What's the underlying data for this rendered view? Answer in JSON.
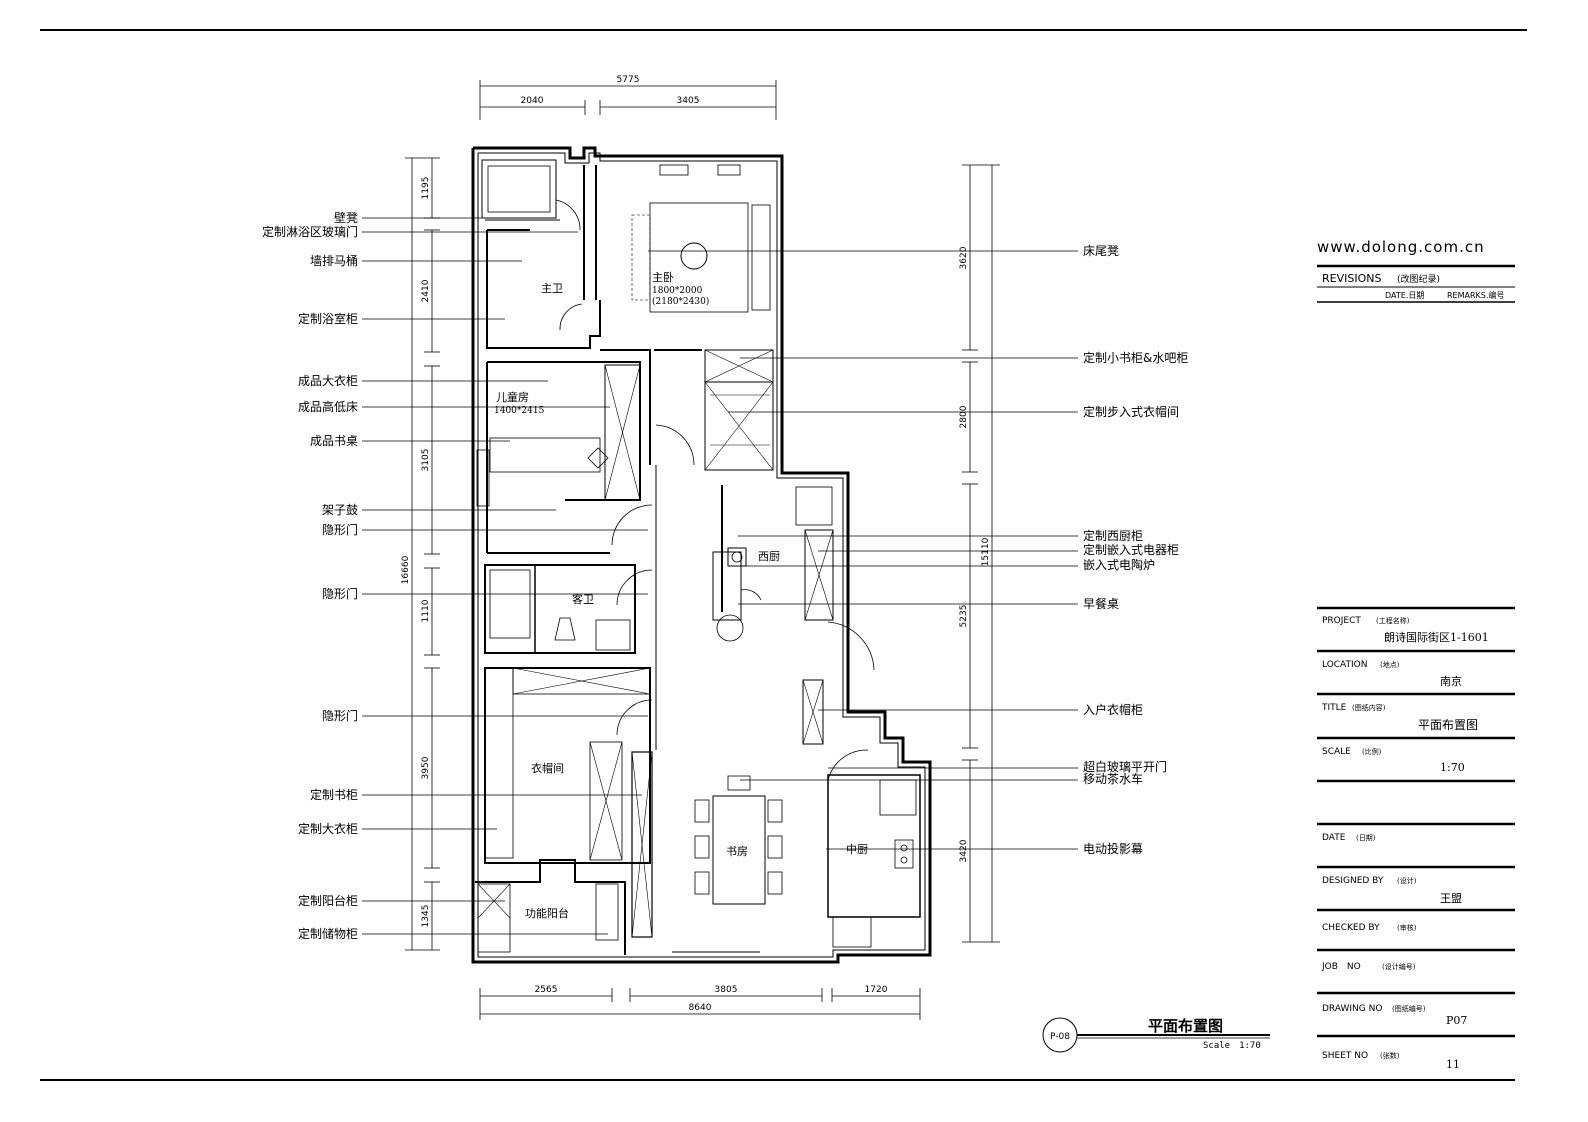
{
  "website": "www.dolong.com.cn",
  "revisions": {
    "title": "REVISIONS",
    "title_cn": "(改图纪录)",
    "date_label": "DATE.日期",
    "remarks_label": "REMARKS.编号"
  },
  "title_block": {
    "project_label": "PROJECT",
    "project_label_cn": "(工程名称)",
    "project_value": "朗诗国际街区1-1601",
    "location_label": "LOCATION",
    "location_label_cn": "(地点)",
    "location_value": "南京",
    "title_label": "TITLE",
    "title_label_cn": "(图纸内容)",
    "title_value": "平面布置图",
    "scale_label": "SCALE",
    "scale_label_cn": "(比例)",
    "scale_value": "1:70",
    "date_label": "DATE",
    "date_label_cn": "(日期)",
    "designed_label": "DESIGNED BY",
    "designed_label_cn": "(设计)",
    "designed_value": "王盟",
    "checked_label": "CHECKED BY",
    "checked_label_cn": "(审核)",
    "job_label": "JOB　NO",
    "job_label_cn": "(设计编号)",
    "drawing_label": "DRAWING NO",
    "drawing_label_cn": "(图纸编号)",
    "drawing_value": "P07",
    "sheet_label": "SHEET NO",
    "sheet_label_cn": "(张数)",
    "sheet_value": "11"
  },
  "drawing_title": {
    "main": "平面布置图",
    "scale": "Scale　1:70",
    "tag": "P-08"
  },
  "dimensions": {
    "top_total": "5775",
    "top_left": "2040",
    "top_right": "3405",
    "bottom_total": "8640",
    "bottom_1": "2565",
    "bottom_2": "3805",
    "bottom_3": "1720",
    "left_total": "16660",
    "left_1": "1195",
    "left_2": "2410",
    "left_3": "3105",
    "left_4": "1110",
    "left_5": "3950",
    "left_6": "1345",
    "right_1": "3620",
    "right_2": "2800",
    "right_3": "5235",
    "right_4": "3420",
    "right_total": "15110"
  },
  "rooms": {
    "master_bedroom": "主卧",
    "master_bed_size": "1800*2000",
    "master_bed_size2": "(2180*2430)",
    "master_bath": "主卫",
    "kids_room": "儿童房",
    "kids_bed_size": "1400*2415",
    "guest_bath": "客卫",
    "wardrobe_room": "衣帽间",
    "balcony": "功能阳台",
    "western_kitchen": "西厨",
    "study": "书房",
    "chinese_kitchen": "中厨"
  },
  "left_labels": [
    "壁凳",
    "定制淋浴区玻璃门",
    "墙排马桶",
    "定制浴室柜",
    "成品大衣柜",
    "成品高低床",
    "成品书桌",
    "架子鼓",
    "隐形门",
    "隐形门",
    "隐形门",
    "定制书柜",
    "定制大衣柜",
    "定制阳台柜",
    "定制储物柜"
  ],
  "right_labels": [
    "床尾凳",
    "定制小书柜&水吧柜",
    "定制步入式衣帽间",
    "定制西厨柜",
    "定制嵌入式电器柜",
    "嵌入式电陶炉",
    "早餐桌",
    "入户衣帽柜",
    "超白玻璃平开门",
    "移动茶水车",
    "电动投影幕"
  ]
}
